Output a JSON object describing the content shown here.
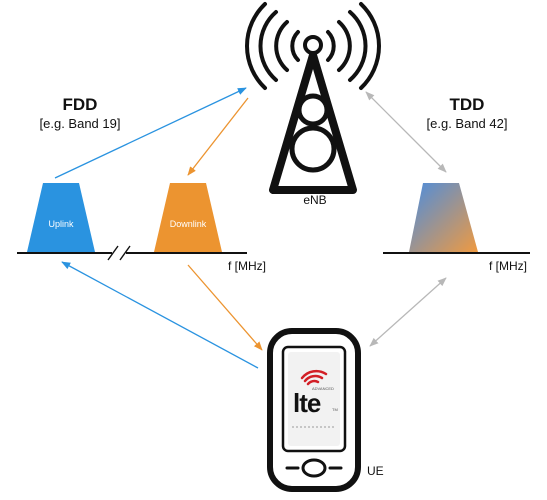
{
  "fdd": {
    "title": "FDD",
    "example": "[e.g. Band 19]",
    "uplink": "Uplink",
    "downlink": "Downlink",
    "axis_unit": "f [MHz]"
  },
  "tdd": {
    "title": "TDD",
    "example": "[e.g. Band 42]",
    "axis_unit": "f [MHz]"
  },
  "enb": {
    "label": "eNB"
  },
  "ue": {
    "label": "UE",
    "logo_text": "lte",
    "logo_superscript": "ADVANCED",
    "trademark": "TM"
  },
  "colors": {
    "uplink": "#2a93e0",
    "downlink": "#ec9430",
    "tdd_left": "#4a8de0",
    "tdd_right": "#f09a40",
    "arrow_grey": "#b8b8b8",
    "ink": "#111111"
  }
}
